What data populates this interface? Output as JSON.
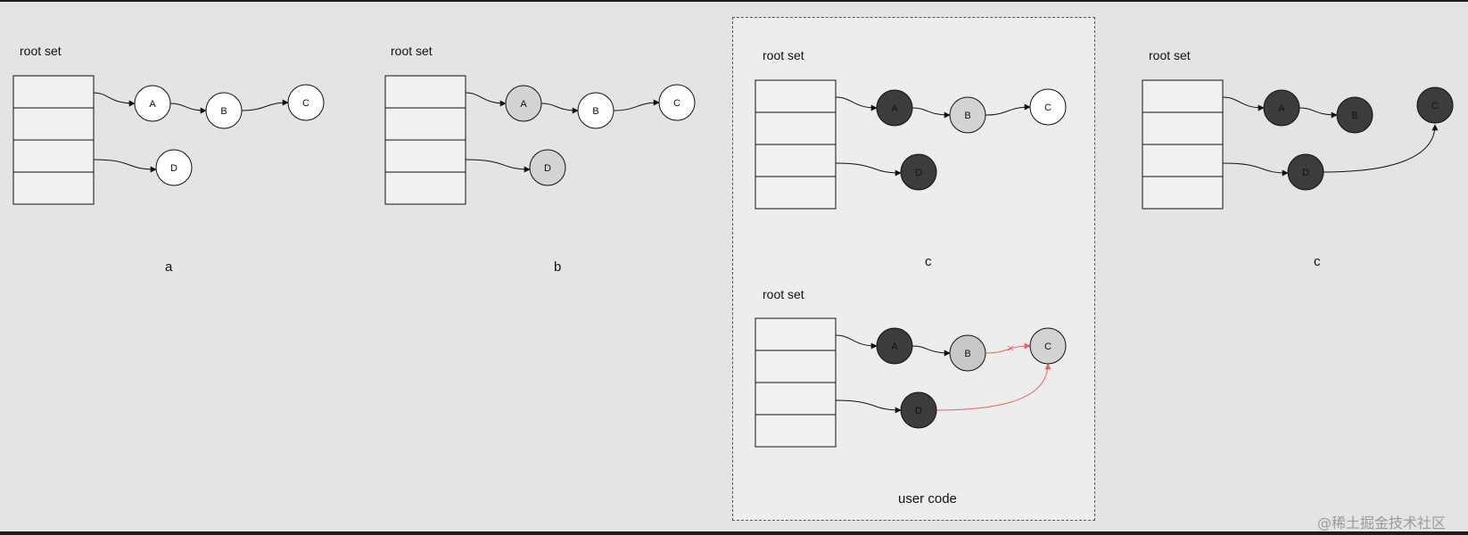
{
  "root_label": "root set",
  "captions": {
    "a": "a",
    "b": "b",
    "c": "c",
    "c2": "c"
  },
  "user_code_label": "user code",
  "node_labels": {
    "A": "A",
    "B": "B",
    "C": "C",
    "D": "D"
  },
  "removed_mark": "×",
  "watermark": "@稀土掘金技术社区",
  "colors": {
    "background": "#e4e4e6",
    "panel": "#ededed",
    "white": "#ffffff",
    "grey": "#d3d3d3",
    "black": "#3c3c3c",
    "red_edge": "#e06666",
    "table_cell": "#f1f1f1"
  }
}
